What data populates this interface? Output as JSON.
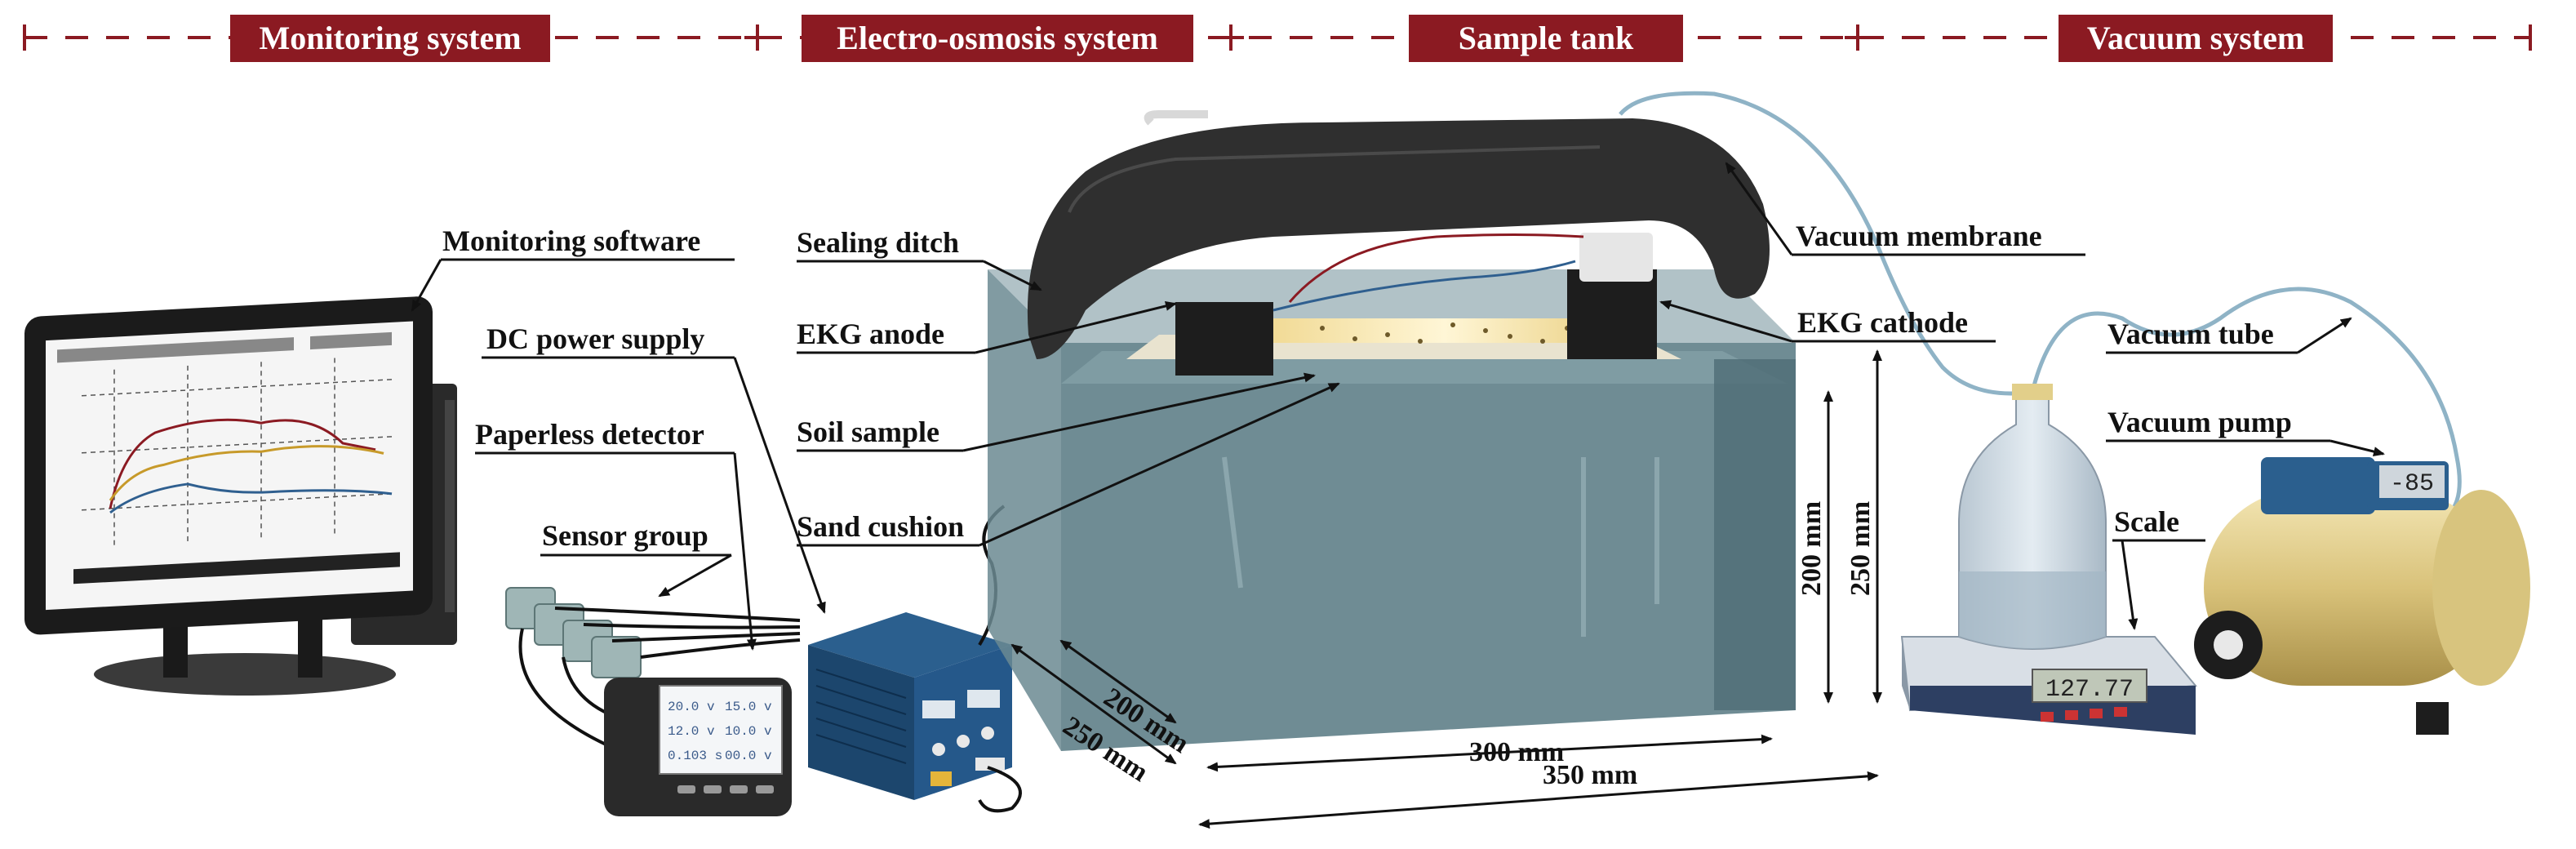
{
  "sections": {
    "monitoring": "Monitoring system",
    "electro_osmosis": "Electro-osmosis system",
    "sample_tank": "Sample tank",
    "vacuum": "Vacuum system"
  },
  "labels": {
    "monitoring_software": "Monitoring software",
    "dc_power_supply": "DC power supply",
    "paperless_detector": "Paperless detector",
    "sensor_group": "Sensor group",
    "sealing_ditch": "Sealing ditch",
    "ekg_anode": "EKG anode",
    "soil_sample": "Soil sample",
    "sand_cushion": "Sand cushion",
    "vacuum_membrane": "Vacuum membrane",
    "ekg_cathode": "EKG cathode",
    "vacuum_tube": "Vacuum tube",
    "vacuum_pump": "Vacuum pump",
    "scale": "Scale"
  },
  "dimensions": {
    "width_inner": "300 mm",
    "width_outer": "350 mm",
    "depth_inner": "200 mm",
    "depth_outer": "250 mm",
    "height_inner": "200 mm",
    "height_outer": "250 mm"
  },
  "readouts": {
    "scale_value": "127.77",
    "pump_gauge": "-85",
    "detector": [
      "20.0 v",
      "15.0 v",
      "12.0 v",
      "10.0 v",
      "0.103 s",
      "00.0 v"
    ]
  },
  "colors": {
    "section_banner": "#8b1a22",
    "water": "#5f7f88",
    "membrane": "#2f2f2f",
    "pump_body": "#e2cf8a",
    "power_supply": "#1f4f78",
    "tube": "#8fb3c6"
  }
}
